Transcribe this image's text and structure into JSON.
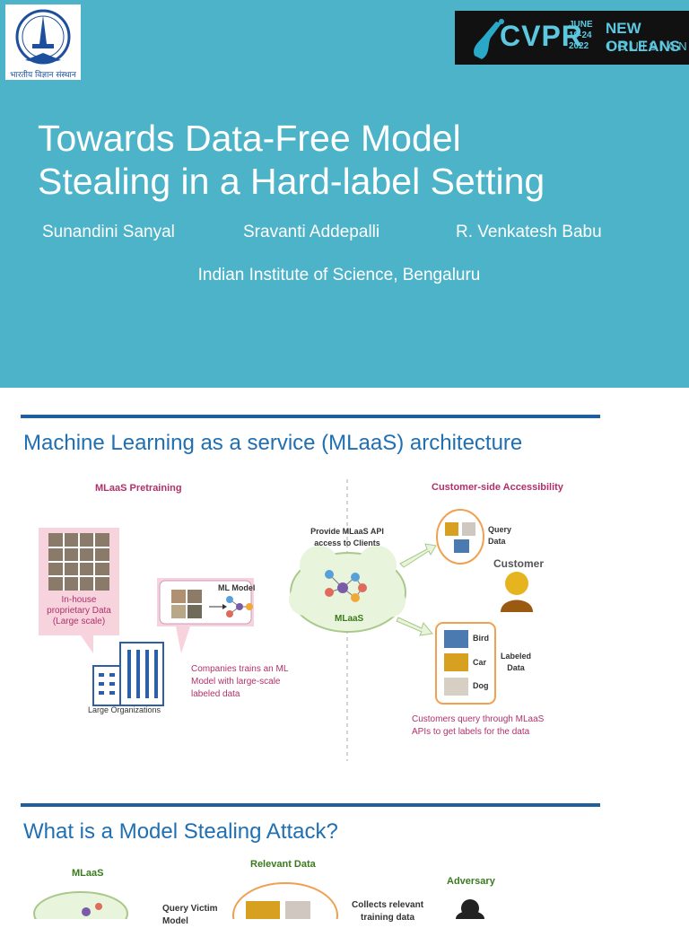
{
  "header": {
    "logo_left_text": "भारतीय विज्ञान संस्थान",
    "logo_right": {
      "cvpr": "CVPR",
      "dates": [
        "JUNE",
        "19-24",
        "2022"
      ],
      "place": [
        "NEW ORLEANS",
        "LOUISIANA"
      ]
    },
    "title_line1": "Towards Data-Free Model",
    "title_line2": "Stealing in a Hard-label Setting",
    "authors": [
      "Sunandini Sanyal",
      "Sravanti Addepalli",
      "R. Venkatesh Babu"
    ],
    "affiliation": "Indian Institute of Science, Bengaluru"
  },
  "section1": {
    "heading": "Machine Learning as a service (MLaaS) architecture",
    "left_title": "MLaaS Pretraining",
    "right_title": "Customer-side Accessibility",
    "inhouse": [
      "In-house",
      "proprietary Data",
      "(Large scale)"
    ],
    "ml_model": "ML Model",
    "large_org": "Large Organizations",
    "companies": [
      "Companies trains an ML",
      "Model with large-scale",
      "labeled data"
    ],
    "provide_api": [
      "Provide MLaaS API",
      "access to Clients"
    ],
    "mlaas": "MLaaS",
    "query_data": [
      "Query",
      "Data"
    ],
    "customer": "Customer",
    "labels": [
      "Bird",
      "Car",
      "Dog"
    ],
    "labeled_data": [
      "Labeled",
      "Data"
    ],
    "customers_query": [
      "Customers query through MLaaS",
      "APIs to get labels for the data"
    ]
  },
  "section2": {
    "heading": "What is a Model Stealing Attack?",
    "mlaas": "MLaaS",
    "relevant": "Relevant Data",
    "query_victim": [
      "Query Victim",
      "Model"
    ],
    "collects": [
      "Collects relevant",
      "training data"
    ],
    "adversary": "Adversary"
  },
  "colors": {
    "header_bg": "#4cb3c9",
    "rule": "#1f5f9e",
    "heading": "#1f6fb3",
    "pink": "#b0306b",
    "green": "#3a7a1e"
  }
}
